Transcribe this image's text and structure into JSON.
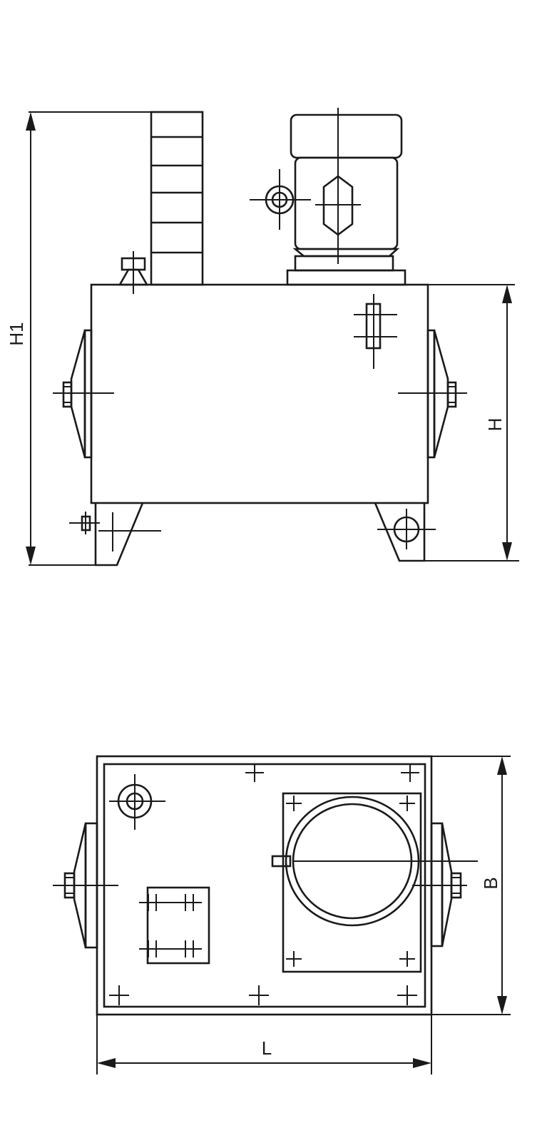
{
  "dimensions": {
    "overall_height": "H1",
    "tank_height": "H",
    "width": "B",
    "length": "L"
  },
  "colors": {
    "line": "#1a1a1a",
    "background": "#ffffff"
  }
}
